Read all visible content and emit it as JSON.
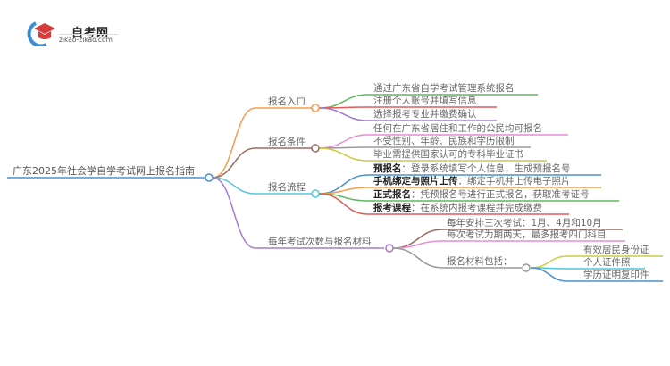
{
  "logo": {
    "title": "自考网",
    "url": "zikao-zikao.com",
    "icon": "graduation-cap-icon"
  },
  "root": {
    "label": "广东2025年社会学自学考试网上报名指南"
  },
  "branches": [
    {
      "label": "报名入口",
      "color": "#f39c4d",
      "children": [
        {
          "text": "通过广东省自学考试管理系统报名",
          "color": "#5cb85c"
        },
        {
          "text": "注册个人账号并填写信息",
          "color": "#e05a5a"
        },
        {
          "text": "选择报考专业并缴费确认",
          "color": "#a77bd1"
        }
      ]
    },
    {
      "label": "报名条件",
      "color": "#9b6b5e",
      "children": [
        {
          "text": "任何在广东省居住和工作的公民均可报名",
          "color": "#e98bd6"
        },
        {
          "text": "不受性别、年龄、民族和学历限制",
          "color": "#999999"
        },
        {
          "text": "毕业需提供国家认可的专科毕业证书",
          "color": "#cccc44"
        }
      ]
    },
    {
      "label": "报名流程",
      "color": "#4ec9d8",
      "children": [
        {
          "bold": "预报名",
          "text": "：登录系统填写个人信息，生成预报名号",
          "color": "#4a90d0"
        },
        {
          "bold": "手机绑定与照片上传",
          "text": "：绑定手机并上传电子照片",
          "color": "#f39c4d"
        },
        {
          "bold": "正式报名",
          "text": "：凭预报名号进行正式报名，获取准考证号",
          "color": "#5cb85c"
        },
        {
          "bold": "报考课程",
          "text": "：在系统内报考课程并完成缴费",
          "color": "#e05a5a"
        }
      ]
    },
    {
      "label": "每年考试次数与报名材料",
      "color": "#a77bd1",
      "children": [
        {
          "text": "每年安排三次考试：1月、4月和10月",
          "color": "#9b6b5e"
        },
        {
          "text": "每次考试为期两天，最多报考四门科目",
          "color": "#e98bd6"
        },
        {
          "text": "报名材料包括：",
          "color": "#999999",
          "children": [
            {
              "text": "有效居民身份证",
              "color": "#cccc44"
            },
            {
              "text": "个人证件照",
              "color": "#4ec9d8"
            },
            {
              "text": "学历证明复印件",
              "color": "#4a90d0"
            }
          ]
        }
      ]
    }
  ]
}
